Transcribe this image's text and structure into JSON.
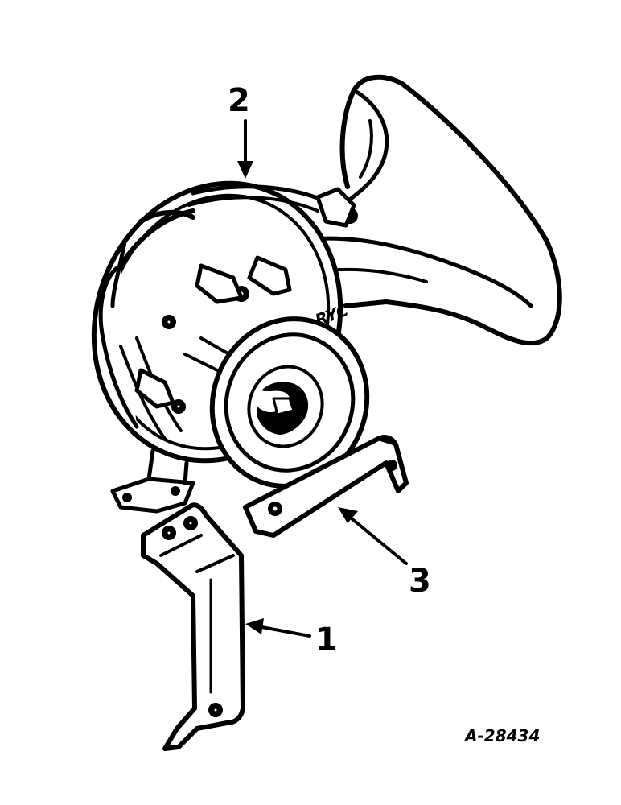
{
  "diagram": {
    "callouts": [
      {
        "id": "1",
        "label": "1"
      },
      {
        "id": "2",
        "label": "2"
      },
      {
        "id": "3",
        "label": "3"
      }
    ],
    "reference_code": "A-28434",
    "ink_color": "#000000",
    "paper_color": "#ffffff"
  }
}
